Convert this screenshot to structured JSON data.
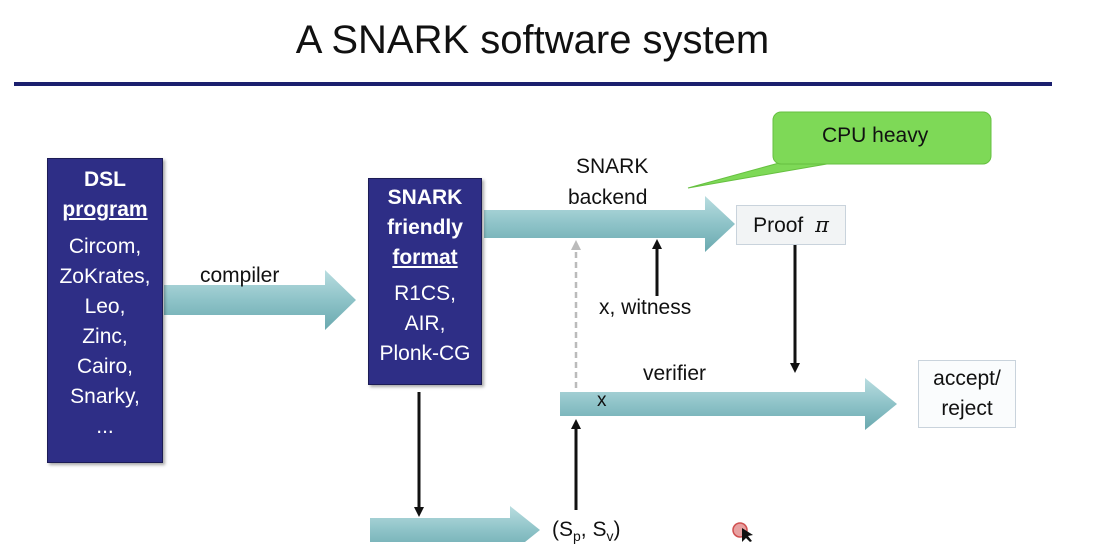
{
  "title": "A SNARK software system",
  "dsl_box": {
    "heading": "DSL",
    "subheading": "program",
    "items": [
      "Circom,",
      "ZoKrates,",
      "Leo,",
      "Zinc,",
      "Cairo,",
      "Snarky,",
      "..."
    ]
  },
  "format_box": {
    "line1": "SNARK",
    "line2": "friendly",
    "line3": "format",
    "items": [
      "R1CS,",
      "AIR,",
      "Plonk-CG"
    ]
  },
  "labels": {
    "compiler": "compiler",
    "backend_1": "SNARK",
    "backend_2": "backend",
    "witness": "x, witness",
    "verifier": "verifier",
    "x": "x",
    "params_main": "(S",
    "params_p": "p",
    "params_sep": ", S",
    "params_v": "v",
    "params_end": ")"
  },
  "proof_box": {
    "text": "Proof",
    "symbol": "π"
  },
  "result_box": {
    "line1": "accept/",
    "line2": "reject"
  },
  "callout": {
    "text": "CPU heavy",
    "color": "#7ed957"
  },
  "colors": {
    "navy": "#2e2e86",
    "arrow": "#8fc4c9",
    "rule": "#1b1f6e"
  }
}
